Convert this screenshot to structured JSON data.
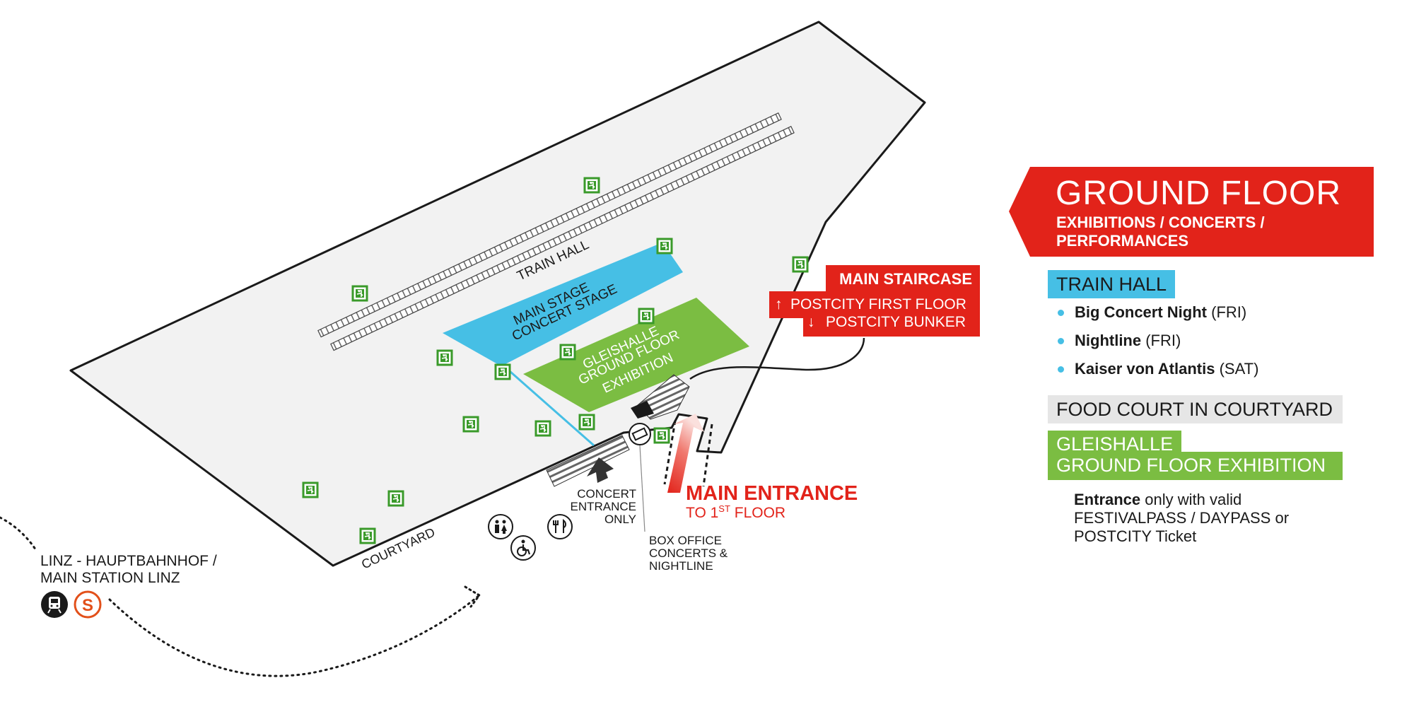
{
  "map": {
    "train_hall": "TRAIN HALL",
    "main_stage_line1": "MAIN STAGE",
    "main_stage_line2": "CONCERT STAGE",
    "gleishalle_line1": "GLEISHALLE",
    "gleishalle_line2": "GROUND FLOOR",
    "gleishalle_line3": "EXHIBITION",
    "courtyard": "COURTYARD",
    "staircase_title": "MAIN STAIRCASE",
    "staircase_up": "POSTCITY FIRST FLOOR",
    "staircase_down": "POSTCITY BUNKER",
    "main_entrance": "MAIN ENTRANCE",
    "to_floor_prefix": "TO 1",
    "to_floor_sup": "ST",
    "to_floor_suffix": " FLOOR",
    "concert_entrance_line1": "CONCERT",
    "concert_entrance_line2": "ENTRANCE",
    "concert_entrance_line3": "ONLY",
    "box_office_line1": "BOX OFFICE",
    "box_office_line2": "CONCERTS &",
    "box_office_line3": "NIGHTLINE",
    "station_line1": "LINZ - HAUPTBAHNHOF /",
    "station_line2": "MAIN STATION LINZ",
    "s_bahn_letter": "S"
  },
  "legend": {
    "title": "GROUND FLOOR",
    "subtitle": "EXHIBITIONS / CONCERTS / PERFORMANCES",
    "train_hall": "TRAIN HALL",
    "events": [
      {
        "name": "Big Concert Night",
        "day": "(FRI)"
      },
      {
        "name": "Nightline",
        "day": "(FRI)"
      },
      {
        "name": "Kaiser von Atlantis",
        "day": "(SAT)"
      }
    ],
    "food_court": "FOOD COURT IN COURTYARD",
    "gleishalle_line1": "GLEISHALLE",
    "gleishalle_line2": "GROUND FLOOR EXHIBITION",
    "entrance_bold": "Entrance",
    "entrance_rest": " only with valid FESTIVALPASS / DAYPASS or POSTCITY Ticket"
  },
  "icons": {
    "emergency_exit": "emergency-exit-icon",
    "toilet": "toilet-icon",
    "wheelchair": "wheelchair-icon",
    "food": "food-icon",
    "ticket": "ticket-icon",
    "train": "train-icon",
    "s_bahn": "s-bahn-icon"
  },
  "colors": {
    "red": "#e2231a",
    "blue": "#46bfe5",
    "green": "#7bbd42",
    "gray": "#e6e6e6",
    "floor": "#f2f2f2"
  }
}
